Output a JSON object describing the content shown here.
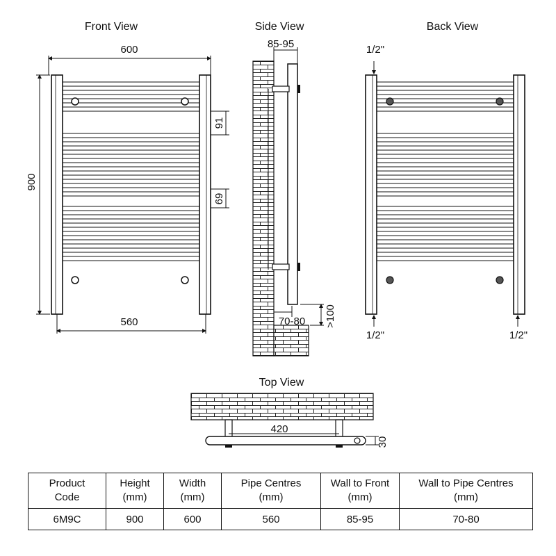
{
  "views": {
    "front": {
      "title": "Front View",
      "width_label": "600",
      "height_label": "900",
      "spacing_upper": "91",
      "spacing_lower": "69",
      "pipe_centres_label": "560"
    },
    "side": {
      "title": "Side View",
      "wall_to_front": "85-95",
      "wall_to_pipe": "70-80",
      "floor_clearance": ">100"
    },
    "back": {
      "title": "Back View",
      "top_connection": "1/2\"",
      "bottom_left_connection": "1/2\"",
      "bottom_right_connection": "1/2\""
    },
    "top": {
      "title": "Top View",
      "bracket_span": "420",
      "depth": "30"
    }
  },
  "spec_table": {
    "headers": [
      [
        "Product",
        "Code"
      ],
      [
        "Height",
        "(mm)"
      ],
      [
        "Width",
        "(mm)"
      ],
      [
        "Pipe Centres",
        "(mm)"
      ],
      [
        "Wall to Front",
        "(mm)"
      ],
      [
        "Wall to Pipe Centres",
        "(mm)"
      ]
    ],
    "row": [
      "6M9C",
      "900",
      "600",
      "560",
      "85-95",
      "70-80"
    ]
  }
}
